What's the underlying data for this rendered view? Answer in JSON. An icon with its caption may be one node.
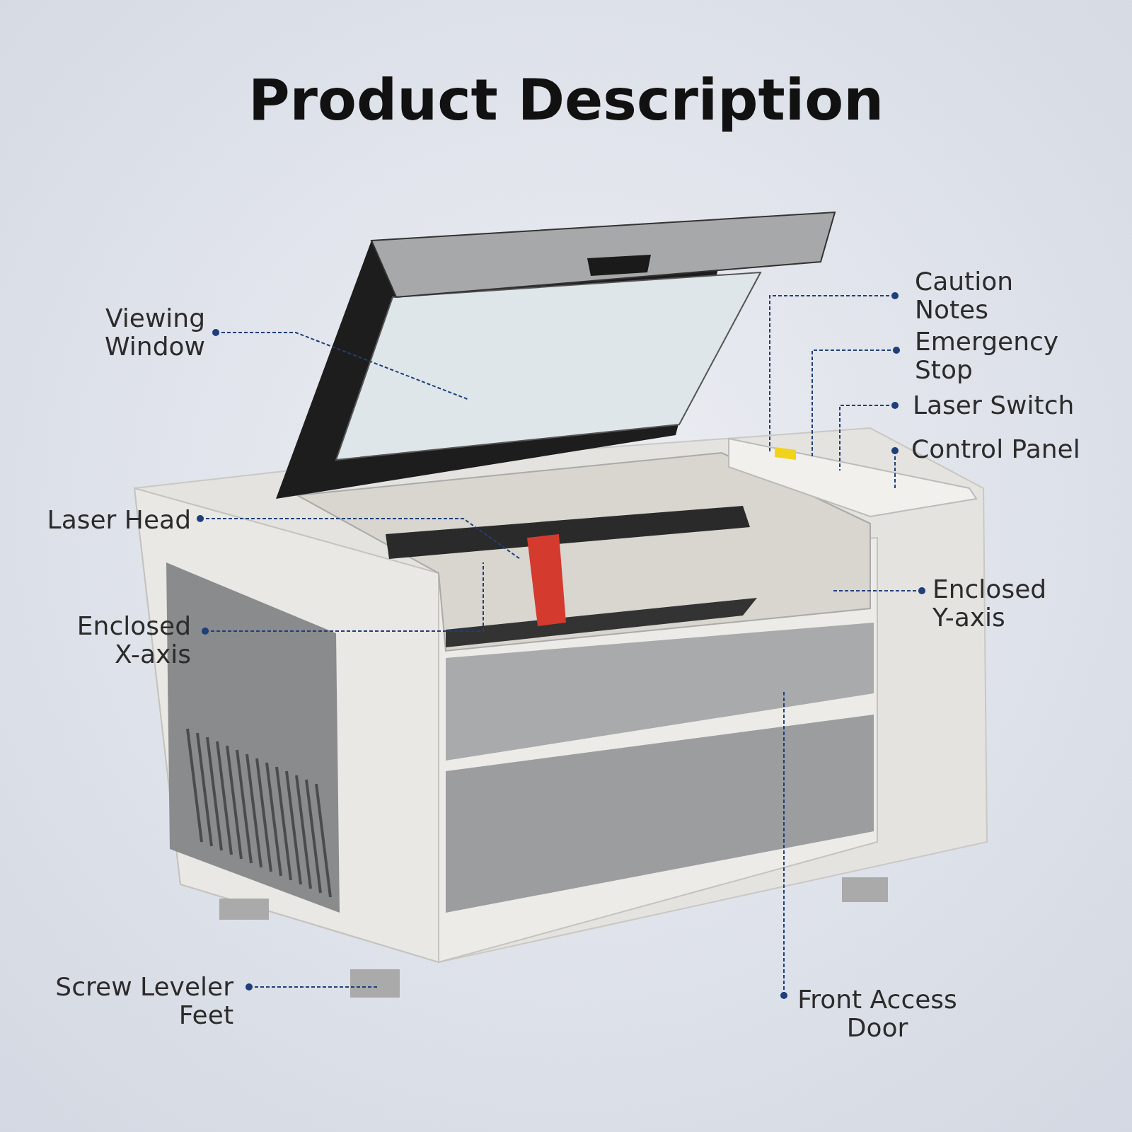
{
  "diagram": {
    "title": "Product Description",
    "nodes": [
      {
        "text": [
          "Viewing Window"
        ]
      },
      {
        "text": [
          "Laser Head"
        ]
      },
      {
        "text": [
          "Enclosed X-axis"
        ]
      },
      {
        "text": [
          "Screw Leveler Feet"
        ]
      },
      {
        "text": [
          "Caution Notes"
        ]
      },
      {
        "text": [
          "Emergency Stop"
        ]
      },
      {
        "text": [
          "Laser Switch"
        ]
      },
      {
        "text": [
          "Control Panel"
        ]
      },
      {
        "text": [
          "Enclosed Y-axis"
        ]
      },
      {
        "text": [
          "Front Access Door"
        ]
      }
    ],
    "edges": [
      {
        "from": 0,
        "to": null,
        "arrow": "other",
        "style": "dashed"
      },
      {
        "from": 1,
        "to": null,
        "arrow": "other",
        "style": "dashed"
      },
      {
        "from": 2,
        "to": null,
        "arrow": "other",
        "style": "dashed"
      },
      {
        "from": 3,
        "to": null,
        "arrow": "other",
        "style": "dashed"
      },
      {
        "from": 4,
        "to": null,
        "arrow": "other",
        "style": "dashed"
      },
      {
        "from": 5,
        "to": null,
        "arrow": "other",
        "style": "dashed"
      },
      {
        "from": 6,
        "to": null,
        "arrow": "other",
        "style": "dashed"
      },
      {
        "from": 7,
        "to": null,
        "arrow": "other",
        "style": "dashed"
      },
      {
        "from": 8,
        "to": null,
        "arrow": "other",
        "style": "dashed"
      },
      {
        "from": 9,
        "to": null,
        "arrow": "other",
        "style": "dashed"
      }
    ]
  }
}
